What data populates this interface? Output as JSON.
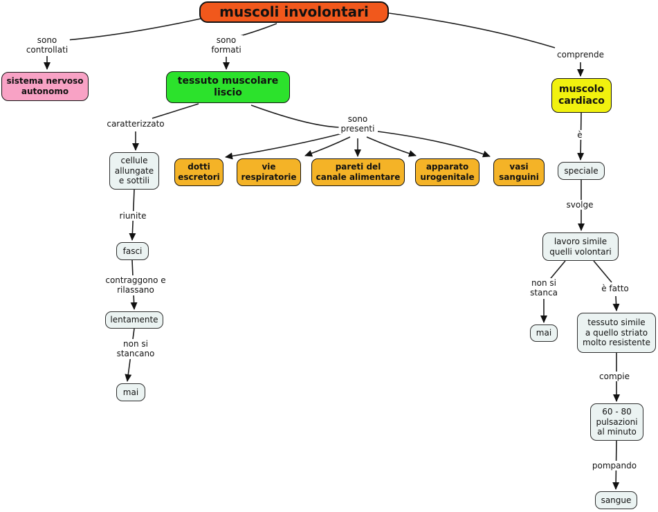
{
  "title": "muscoli involontari",
  "colors": {
    "root_fill": "#F1581C",
    "pink_fill": "#F8A2C5",
    "green_fill": "#2CE22C",
    "yellow_fill": "#F1F10E",
    "amber_fill": "#F4B327",
    "plain_fill": "#EBF3F2",
    "line": "#1c1c1c",
    "background": "#ffffff"
  },
  "nodes": {
    "root": {
      "text": "muscoli involontari"
    },
    "sistema": {
      "text": "sistema nervoso\nautonomo"
    },
    "tessuto_liscio": {
      "text": "tessuto muscolare\nliscio"
    },
    "cardiaco": {
      "text": "muscolo\ncardiaco"
    },
    "cellule": {
      "text": "cellule\nallungate\ne sottili"
    },
    "dotti": {
      "text": "dotti\nescretori"
    },
    "vie": {
      "text": "vie\nrespiratorie"
    },
    "pareti": {
      "text": "pareti del\ncanale alimentare"
    },
    "apparato": {
      "text": "apparato\nurogenitale"
    },
    "vasi": {
      "text": "vasi\nsanguini"
    },
    "fasci": {
      "text": "fasci"
    },
    "lentamente": {
      "text": "lentamente"
    },
    "mai_sx": {
      "text": "mai"
    },
    "speciale": {
      "text": "speciale"
    },
    "lavoro": {
      "text": "lavoro simile\nquelli volontari"
    },
    "mai_dx": {
      "text": "mai"
    },
    "tessuto_striato": {
      "text": "tessuto simile\na quello striato\nmolto resistente"
    },
    "pulsazioni": {
      "text": "60 - 80\npulsazioni\nal minuto"
    },
    "sangue": {
      "text": "sangue"
    }
  },
  "link_labels": {
    "controllati": {
      "text": "sono\ncontrollati"
    },
    "formati": {
      "text": "sono\nformati"
    },
    "comprende": {
      "text": "comprende"
    },
    "caratterizzato": {
      "text": "caratterizzato"
    },
    "presenti": {
      "text": "sono\npresenti"
    },
    "riunite": {
      "text": "riunite"
    },
    "contraggono": {
      "text": "contraggono e\nrilassano"
    },
    "stancano": {
      "text": "non si\nstancano"
    },
    "e": {
      "text": "è"
    },
    "svolge": {
      "text": "svolge"
    },
    "stanca": {
      "text": "non si\nstanca"
    },
    "e_fatto": {
      "text": "è fatto"
    },
    "compie": {
      "text": "compie"
    },
    "pompando": {
      "text": "pompando"
    }
  }
}
